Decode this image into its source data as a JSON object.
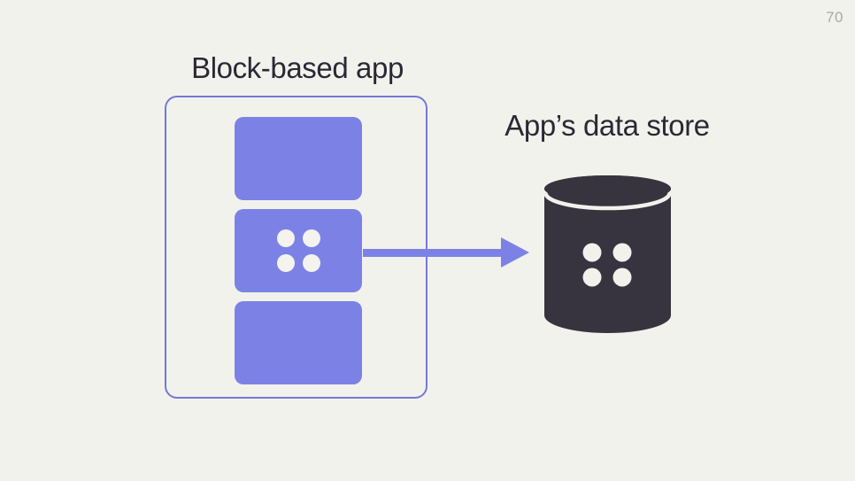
{
  "page": {
    "number": "70",
    "background_color": "#f2f2ed"
  },
  "diagram": {
    "app": {
      "label": "Block-based app",
      "block_count": 3,
      "middle_block_icon": "grid-dots-icon",
      "block_color": "#7c82e5",
      "frame_border_color": "#7478d7"
    },
    "arrow": {
      "direction": "right",
      "from": "block-based-app-middle-block",
      "to": "app-data-store",
      "color": "#7c82e5"
    },
    "datastore": {
      "label": "App’s data store",
      "icon": "database-icon",
      "color": "#38343f",
      "dot_color": "#f2f2ed"
    },
    "text_color": "#2b2834"
  }
}
